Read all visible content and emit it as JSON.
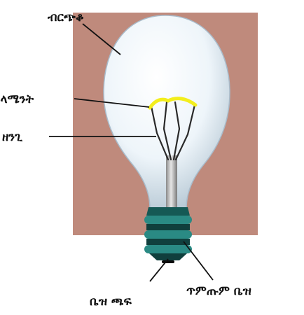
{
  "labels": {
    "glass": "ብርጭቆ",
    "filament": "ፊላሜንት",
    "support_wire": "ዘንጊ",
    "base_cap": "ቤዝ ጫፍ",
    "base_thread": "ጥምጡም ቤዝ"
  },
  "colors": {
    "backdrop": "#bf8a7c",
    "glass": "#e9f2f8",
    "filament": "#f3ee1c",
    "base": "#1f6f6b"
  }
}
